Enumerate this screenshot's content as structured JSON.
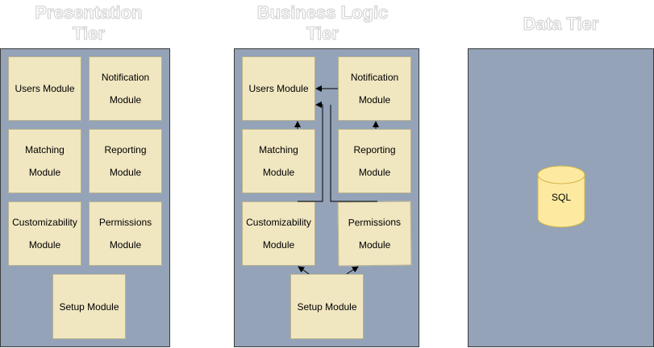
{
  "tiers": {
    "presentation": {
      "title": "Presentation\nTier",
      "modules": {
        "users": [
          "Users Module"
        ],
        "notification": [
          "Notification",
          "Module"
        ],
        "matching": [
          "Matching",
          "Module"
        ],
        "reporting": [
          "Reporting",
          "Module"
        ],
        "customizability": [
          "Customizability",
          "Module"
        ],
        "permissions": [
          "Permissions",
          "Module"
        ],
        "setup": [
          "Setup Module"
        ]
      }
    },
    "business": {
      "title": "Business Logic\nTier",
      "modules": {
        "users": [
          "Users Module"
        ],
        "notification": [
          "Notification",
          "Module"
        ],
        "matching": [
          "Matching",
          "Module"
        ],
        "reporting": [
          "Reporting",
          "Module"
        ],
        "customizability": [
          "Customizability",
          "Module"
        ],
        "permissions": [
          "Permissions",
          "Module"
        ],
        "setup": [
          "Setup Module"
        ]
      }
    },
    "data": {
      "title": "Data Tier",
      "database_label": "SQL"
    }
  },
  "colors": {
    "tier_fill": "#94a3b8",
    "module_fill": "#f0e6c0",
    "cylinder_fill": "#fdeaa0",
    "cylinder_stroke": "#d4b44a"
  }
}
